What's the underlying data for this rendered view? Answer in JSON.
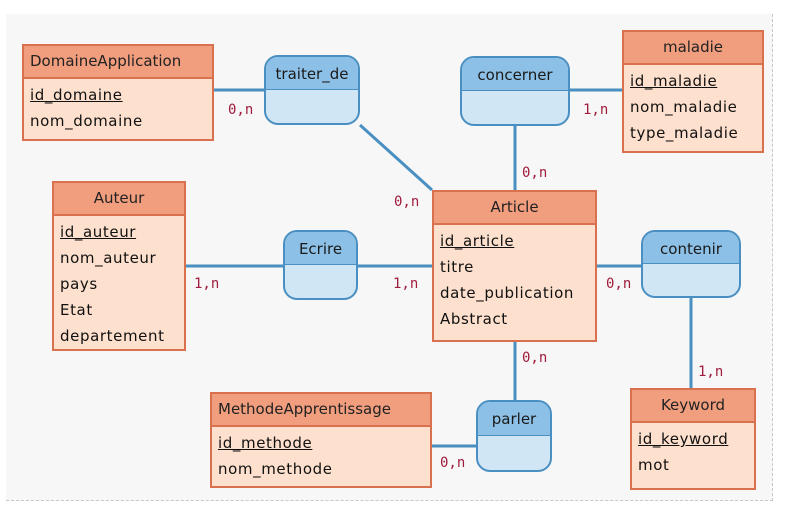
{
  "entities": {
    "domaine": {
      "name": "DomaineApplication",
      "attributes": [
        {
          "label": "id_domaine",
          "key": true
        },
        {
          "label": "nom_domaine",
          "key": false
        }
      ]
    },
    "maladie": {
      "name": "maladie",
      "attributes": [
        {
          "label": "id_maladie",
          "key": true
        },
        {
          "label": "nom_maladie",
          "key": false
        },
        {
          "label": "type_maladie",
          "key": false
        }
      ]
    },
    "auteur": {
      "name": "Auteur",
      "attributes": [
        {
          "label": "id_auteur",
          "key": true
        },
        {
          "label": "nom_auteur",
          "key": false
        },
        {
          "label": "pays",
          "key": false
        },
        {
          "label": "Etat",
          "key": false
        },
        {
          "label": "departement",
          "key": false
        }
      ]
    },
    "article": {
      "name": "Article",
      "attributes": [
        {
          "label": "id_article",
          "key": true
        },
        {
          "label": "titre",
          "key": false
        },
        {
          "label": "date_publication",
          "key": false
        },
        {
          "label": "Abstract",
          "key": false
        }
      ]
    },
    "methode": {
      "name": "MethodeApprentissage",
      "attributes": [
        {
          "label": "id_methode",
          "key": true
        },
        {
          "label": "nom_methode",
          "key": false
        }
      ]
    },
    "keyword": {
      "name": "Keyword",
      "attributes": [
        {
          "label": "id_keyword",
          "key": true
        },
        {
          "label": "mot",
          "key": false
        }
      ]
    }
  },
  "associations": {
    "traiter_de": "traiter_de",
    "concerner": "concerner",
    "ecrire": "Ecrire",
    "contenir": "contenir",
    "parler": "parler"
  },
  "cardinalities": {
    "domaine_traiter": "0,n",
    "article_traiter": "0,n",
    "maladie_concerner": "1,n",
    "article_concerner": "0,n",
    "auteur_ecrire": "1,n",
    "article_ecrire": "1,n",
    "article_contenir": "0,n",
    "keyword_contenir": "1,n",
    "article_parler": "0,n",
    "methode_parler": "0,n"
  },
  "colors": {
    "entity_header": "#f19e7e",
    "entity_body": "#fde0cd",
    "entity_border": "#d9704e",
    "assoc_top": "#8dc0e6",
    "assoc_body": "#d0e6f5",
    "link": "#4a8fc2",
    "cardinality": "#a01c3c"
  }
}
